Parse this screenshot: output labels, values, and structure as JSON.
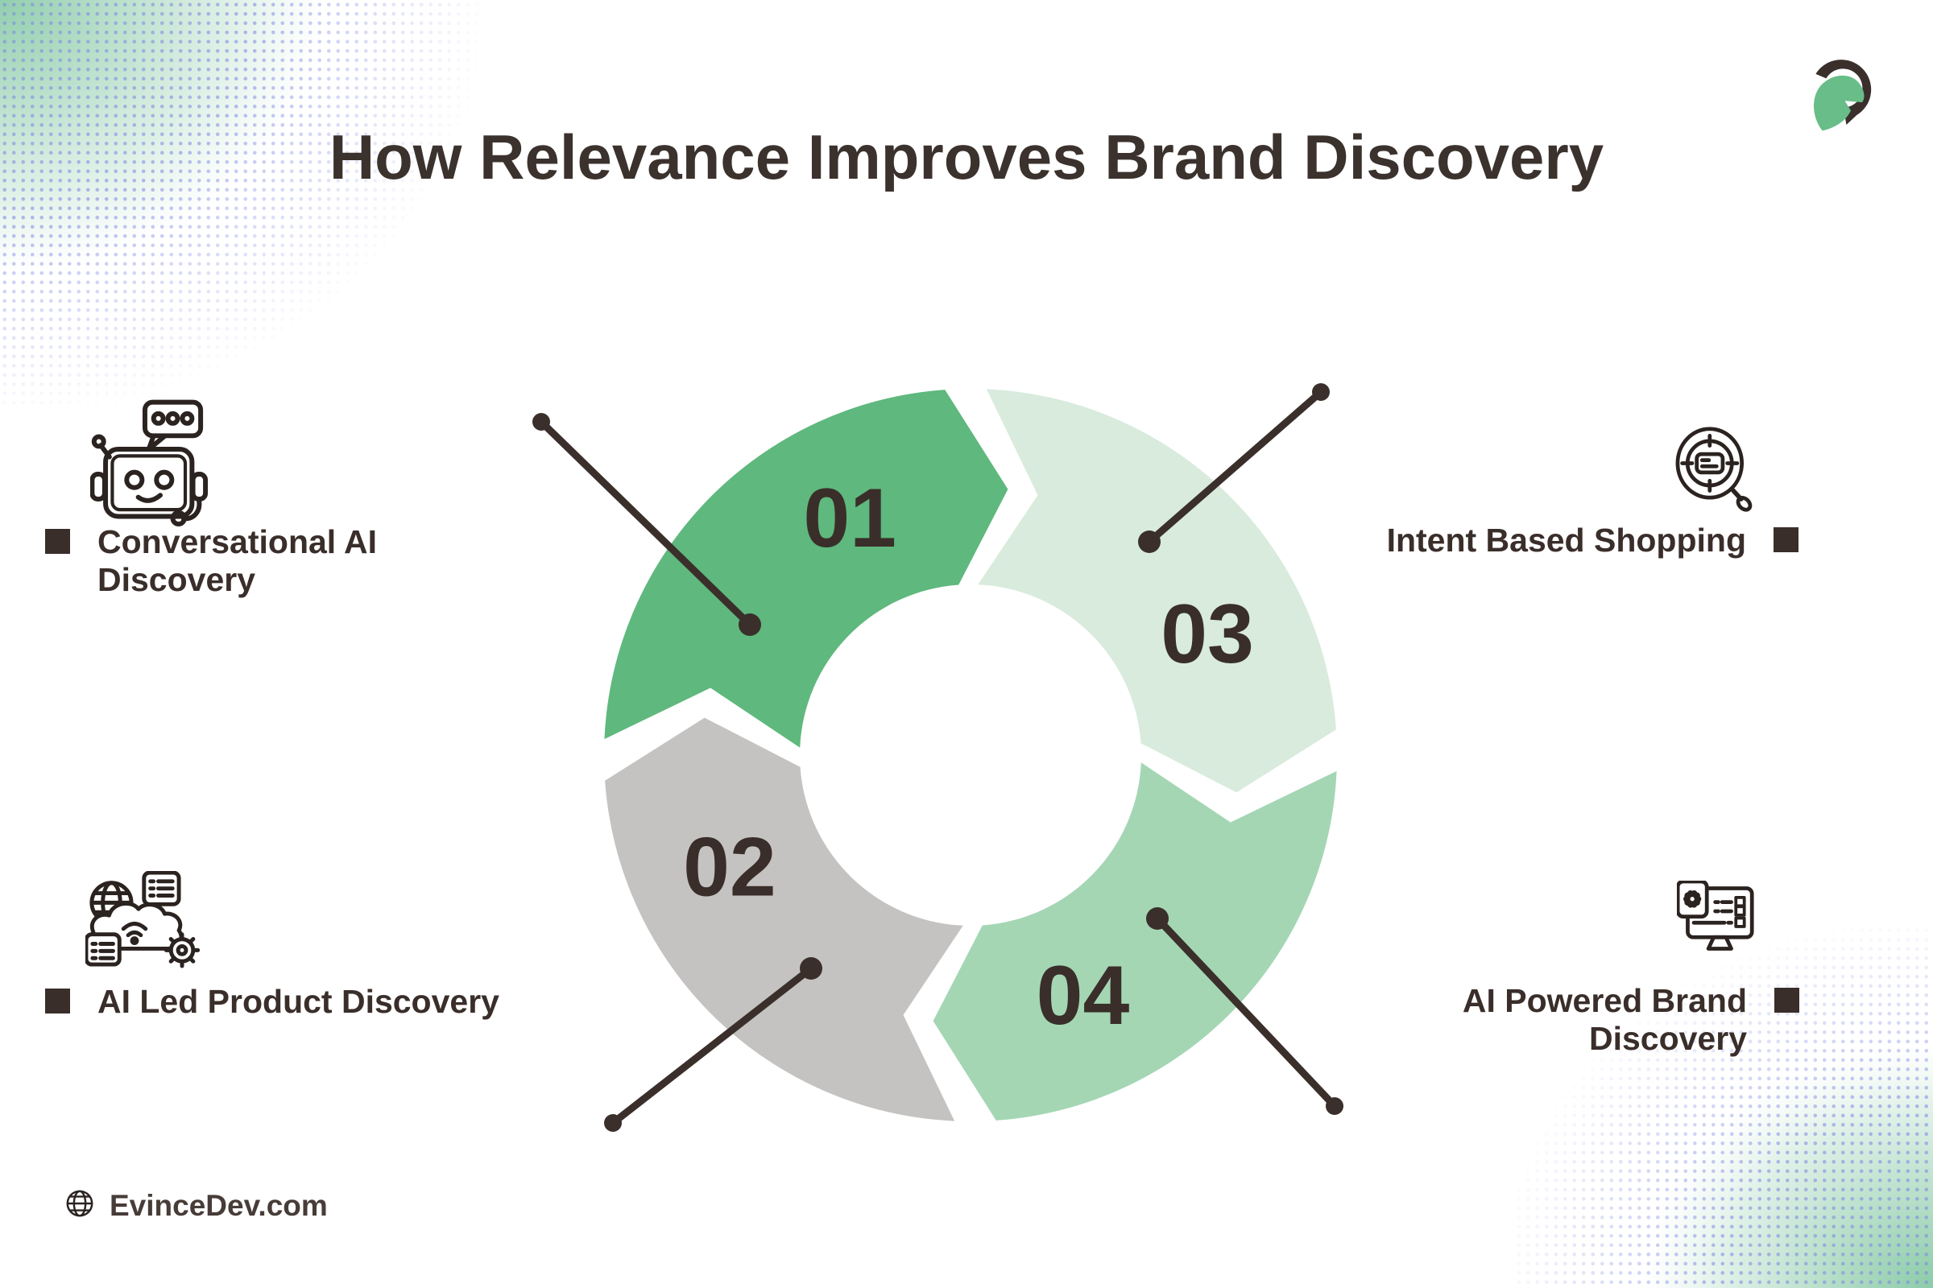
{
  "title": "How Relevance Improves Brand Discovery",
  "footer": {
    "site": "EvinceDev.com"
  },
  "colors": {
    "ink": "#3a2f2b",
    "seg01": "#5fb87d",
    "seg02": "#c5c3c1",
    "seg03": "#d8ebdd",
    "seg04": "#a4d6b4",
    "logo_green": "#68bd88",
    "logo_dark": "#3a2f2b"
  },
  "segments": [
    {
      "number": "01",
      "label": "Conversational AI Discovery",
      "color": "#5fb87d"
    },
    {
      "number": "02",
      "label": "AI Led Product Discovery",
      "color": "#c5c3c1"
    },
    {
      "number": "03",
      "label": "Intent Based Shopping",
      "color": "#d8ebdd"
    },
    {
      "number": "04",
      "label": "AI Powered Brand Discovery",
      "color": "#a4d6b4"
    }
  ],
  "callouts": {
    "conversational": {
      "lines": [
        "Conversational AI",
        "Discovery"
      ]
    },
    "ai_led": {
      "lines": [
        "AI Led Product Discovery"
      ]
    },
    "intent": {
      "lines": [
        "Intent Based Shopping"
      ]
    },
    "ai_powered": {
      "lines": [
        "AI Powered Brand",
        "Discovery"
      ]
    }
  }
}
